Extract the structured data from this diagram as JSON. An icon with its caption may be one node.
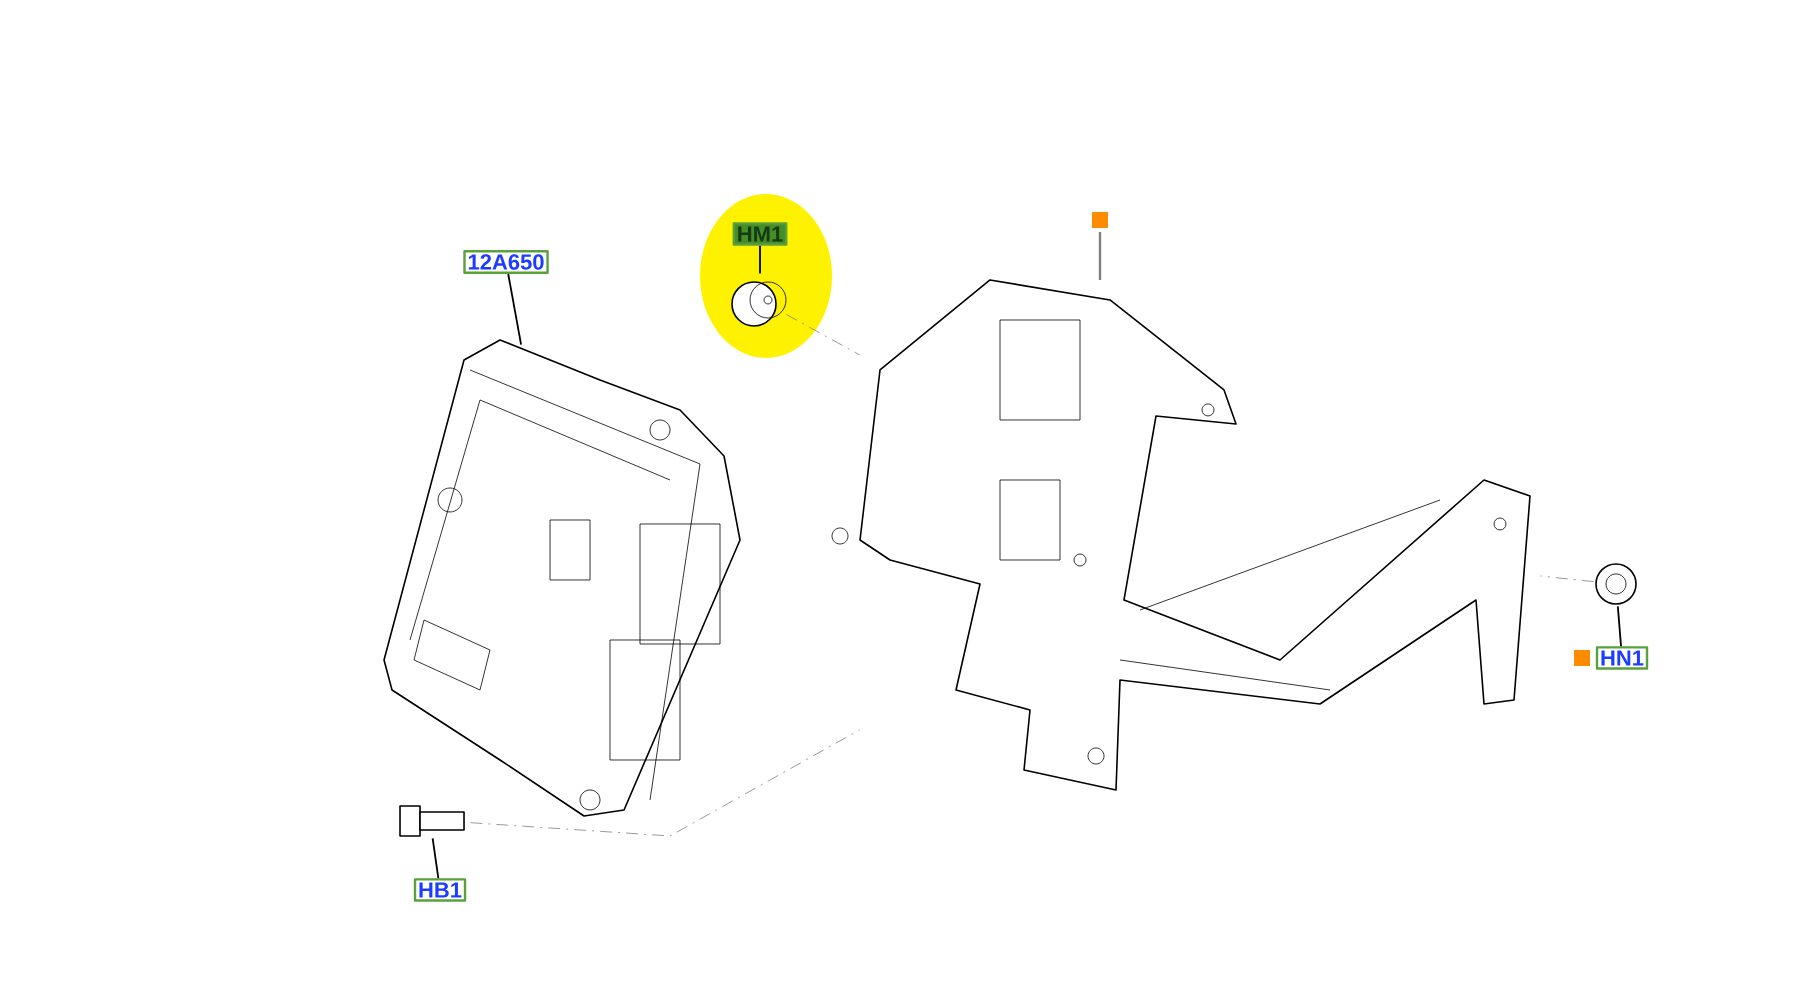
{
  "diagram": {
    "nodes": [
      {
        "text": [
          "12A650"
        ]
      },
      {
        "text": [],
        "shape": "picture"
      },
      {
        "text": [
          "HM1"
        ]
      },
      {
        "text": [],
        "shape": "picture"
      },
      {
        "text": [],
        "shape": "picture"
      },
      {
        "text": [],
        "shape": "picture"
      },
      {
        "text": [
          "HN1"
        ]
      },
      {
        "text": [],
        "shape": "picture"
      },
      {
        "text": [
          "HB1"
        ]
      }
    ],
    "edges": [
      {
        "from": 0,
        "to": 1,
        "arrow": "none"
      },
      {
        "from": 2,
        "to": 3,
        "arrow": "none"
      },
      {
        "from": 6,
        "to": 5,
        "arrow": "none"
      },
      {
        "from": 8,
        "to": 7,
        "arrow": "none"
      },
      {
        "from": 3,
        "to": 4,
        "arrow": "none",
        "style": "dashed",
        "color": "#808080"
      },
      {
        "from": 5,
        "to": 4,
        "arrow": "none",
        "style": "dashed",
        "color": "#808080"
      },
      {
        "from": 7,
        "to": 4,
        "arrow": "none",
        "style": "dashed",
        "color": "#808080"
      }
    ]
  }
}
